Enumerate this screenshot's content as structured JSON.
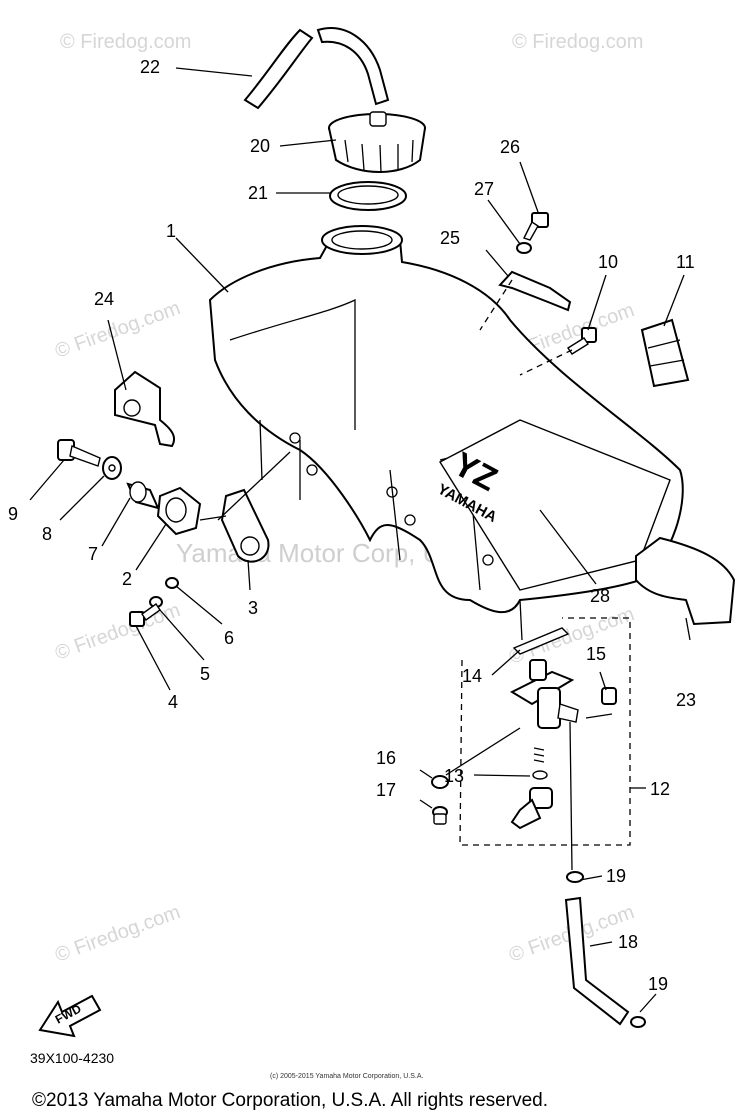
{
  "watermarks": {
    "site": "© Firedog.com",
    "center": "Yamaha Motor Corp, U.S.A."
  },
  "callouts": {
    "p1": "1",
    "p2": "2",
    "p3": "3",
    "p4": "4",
    "p5": "5",
    "p6": "6",
    "p7": "7",
    "p8": "8",
    "p9": "9",
    "p10": "10",
    "p11": "11",
    "p12": "12",
    "p13": "13",
    "p14": "14",
    "p15": "15",
    "p16": "16",
    "p17": "17",
    "p18": "18",
    "p19a": "19",
    "p19b": "19",
    "p20": "20",
    "p21": "21",
    "p22": "22",
    "p23": "23",
    "p24": "24",
    "p25": "25",
    "p26": "26",
    "p27": "27",
    "p28": "28"
  },
  "tank_graphic": {
    "model": "YZ",
    "brand": "YAMAHA"
  },
  "fwd_arrow": "FWD",
  "diagram_code": "39X100-4230",
  "fine_print": "(c) 2005-2015 Yamaha Motor Corporation, U.S.A.",
  "copyright": "©2013 Yamaha Motor Corporation, U.S.A. All rights reserved."
}
